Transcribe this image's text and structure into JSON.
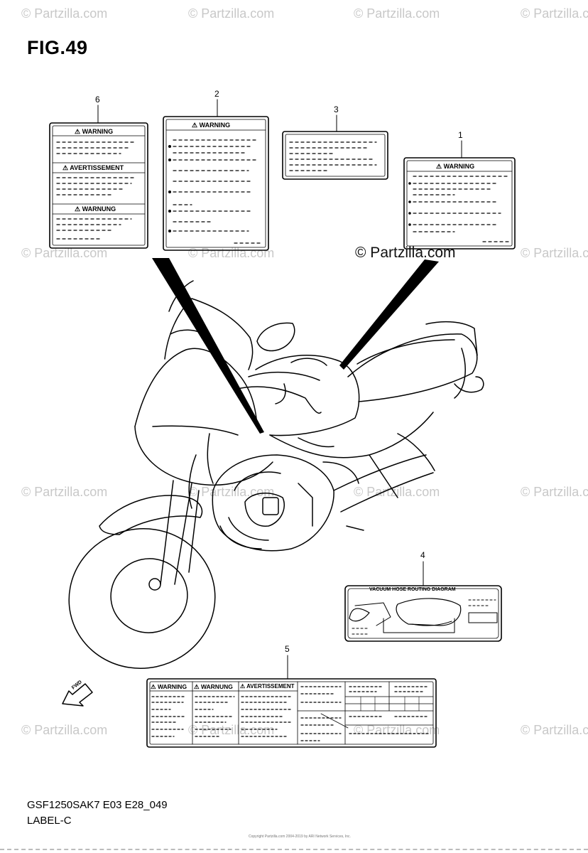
{
  "figure": {
    "title": "FIG.49",
    "model_code": "GSF1250SAK7 E03 E28_049",
    "section_name": "LABEL-C",
    "footer_copyright": "Copyright Partzilla.com 2004-2019 by ARI Network Services, Inc."
  },
  "watermark": {
    "text": "© Partzilla.com",
    "center_text": "© Partzilla.com"
  },
  "callouts": [
    "1",
    "2",
    "3",
    "4",
    "5",
    "6"
  ],
  "labels": {
    "label_1": {
      "header": "⚠ WARNING"
    },
    "label_2": {
      "header": "⚠ WARNING"
    },
    "label_3": {
      "header": ""
    },
    "label_4": {
      "header": "VACUUM HOSE ROUTING DIAGRAM"
    },
    "label_5": {
      "headers": [
        "⚠ WARNING",
        "⚠ WARNUNG",
        "⚠ AVERTISSEMENT"
      ]
    },
    "label_6": {
      "headers": [
        "⚠ WARNING",
        "⚠ AVERTISSEMENT",
        "⚠ WARNUNG"
      ]
    }
  },
  "direction_arrow": {
    "text": "FWD",
    "icon": "fwd-arrow-icon"
  },
  "colors": {
    "line": "#000000",
    "watermark": "#c8c8c8",
    "background": "#ffffff"
  }
}
